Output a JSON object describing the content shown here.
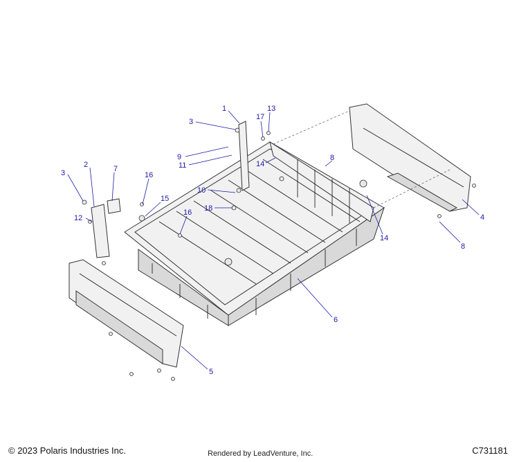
{
  "callouts": [
    {
      "id": "1",
      "label": "1"
    },
    {
      "id": "2",
      "label": "2"
    },
    {
      "id": "3a",
      "label": "3"
    },
    {
      "id": "3b",
      "label": "3"
    },
    {
      "id": "4",
      "label": "4"
    },
    {
      "id": "5",
      "label": "5"
    },
    {
      "id": "6",
      "label": "6"
    },
    {
      "id": "7",
      "label": "7"
    },
    {
      "id": "8a",
      "label": "8"
    },
    {
      "id": "8b",
      "label": "8"
    },
    {
      "id": "9",
      "label": "9"
    },
    {
      "id": "10",
      "label": "10"
    },
    {
      "id": "11",
      "label": "11"
    },
    {
      "id": "12",
      "label": "12"
    },
    {
      "id": "13",
      "label": "13"
    },
    {
      "id": "14a",
      "label": "14"
    },
    {
      "id": "14b",
      "label": "14"
    },
    {
      "id": "15",
      "label": "15"
    },
    {
      "id": "16a",
      "label": "16"
    },
    {
      "id": "16b",
      "label": "16"
    },
    {
      "id": "17",
      "label": "17"
    },
    {
      "id": "18",
      "label": "18"
    }
  ],
  "footer": {
    "copyright": "© 2023 Polaris Industries Inc.",
    "rendered_by": "Rendered by LeadVenture, Inc.",
    "part_code": "C731181"
  },
  "colors": {
    "callout_text": "#1a1aa8",
    "line_art": "#222222",
    "part_fill": "#f1f1f1"
  }
}
